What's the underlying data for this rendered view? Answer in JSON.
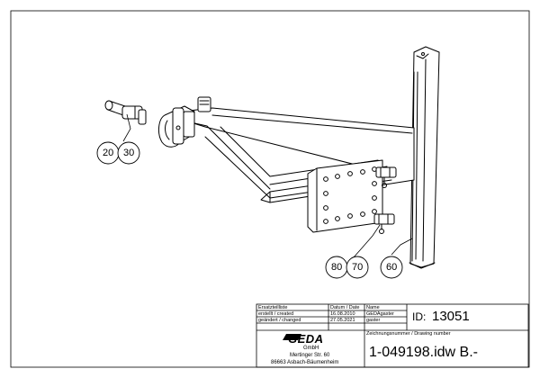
{
  "balloons": [
    "20",
    "30",
    "80",
    "70",
    "60"
  ],
  "title_block": {
    "row1": {
      "col1": "Ersatzteilliste",
      "col2": "Datum / Date",
      "col3": "Name"
    },
    "row2": {
      "col1": "erstellt / created",
      "col2": "16.08.2010",
      "col3": "GEDAgaster"
    },
    "row3": {
      "col1": "geändert / changed",
      "col2": "27.05.2021",
      "col3": "gaster"
    },
    "id_label": "ID:",
    "id_value": "13051",
    "drawing_number_label": "Zeichnungsnummer / Drawing number",
    "drawing_number": "1-049198.idw B.-",
    "company": {
      "logo": "GEDA",
      "suffix": "GmbH",
      "street": "Mertinger Str. 60",
      "city": "86663 Asbach-Bäumenheim"
    }
  },
  "colors": {
    "line": "#000000",
    "frame": "#000000",
    "paper": "#ffffff"
  }
}
